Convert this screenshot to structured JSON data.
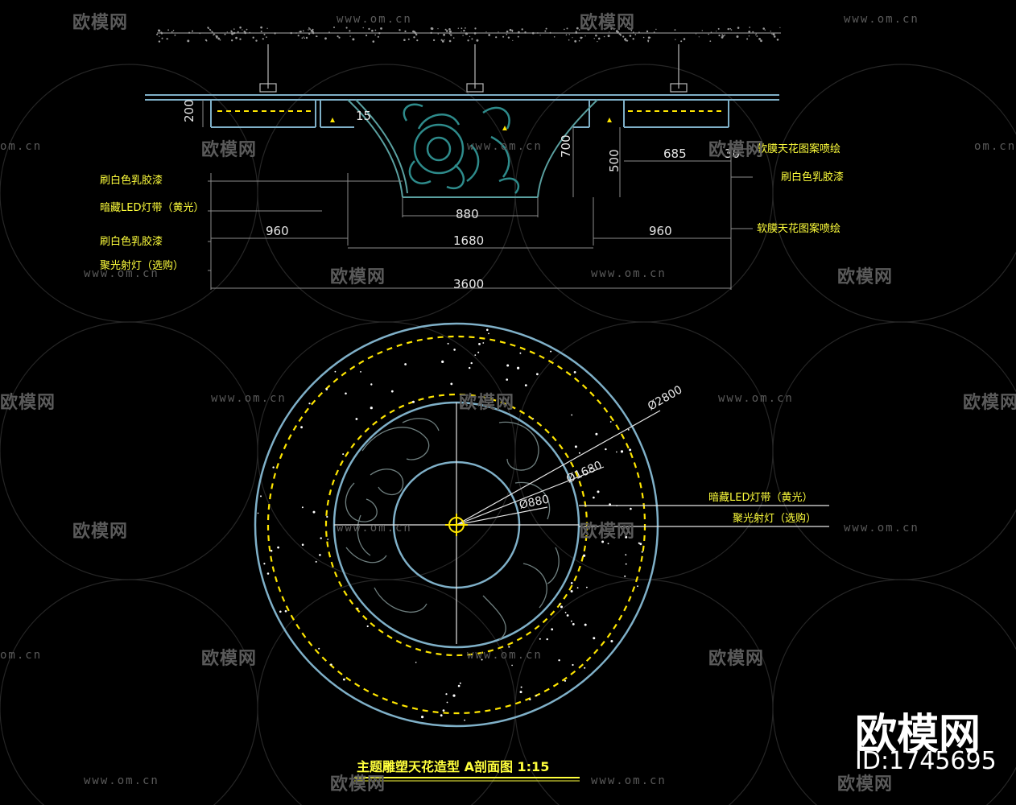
{
  "drawing": {
    "title": "主题雕塑天花造型  A剖面图  1:15",
    "section_dimensions": {
      "d200": "200",
      "d15": "15",
      "d700": "700",
      "d500": "500",
      "d685": "685",
      "d30": "30",
      "d880": "880",
      "d960_left": "960",
      "d1680": "1680",
      "d960_right": "960",
      "d3600": "3600"
    },
    "section_labels_left": [
      "刷白色乳胶漆",
      "暗藏LED灯带（黄光）",
      "刷白色乳胶漆",
      "聚光射灯（选购）"
    ],
    "section_labels_right": [
      "软膜天花图案喷绘",
      "刷白色乳胶漆",
      "软膜天花图案喷绘"
    ],
    "plan_dimensions": {
      "dia_outer": "Ø2800",
      "dia_mid": "Ø1680",
      "dia_inner": "Ø880"
    },
    "plan_labels": [
      "暗藏LED灯带（黄光）",
      "聚光射灯（选购）"
    ]
  },
  "watermark": {
    "brand": "欧模网",
    "url": "www.om.cn",
    "partial_url": "om.cn",
    "id_text": "ID:1745695"
  },
  "colors": {
    "line_cyan": "#7fb0c8",
    "dim_white": "#e6e6e6",
    "dim_line": "#8c8c8c",
    "annotation_yellow": "#ffff3c",
    "led_yellow": "#ffe600",
    "pattern_teal": "#2e8b8b",
    "watermark_gray": "#5a5a5a"
  }
}
